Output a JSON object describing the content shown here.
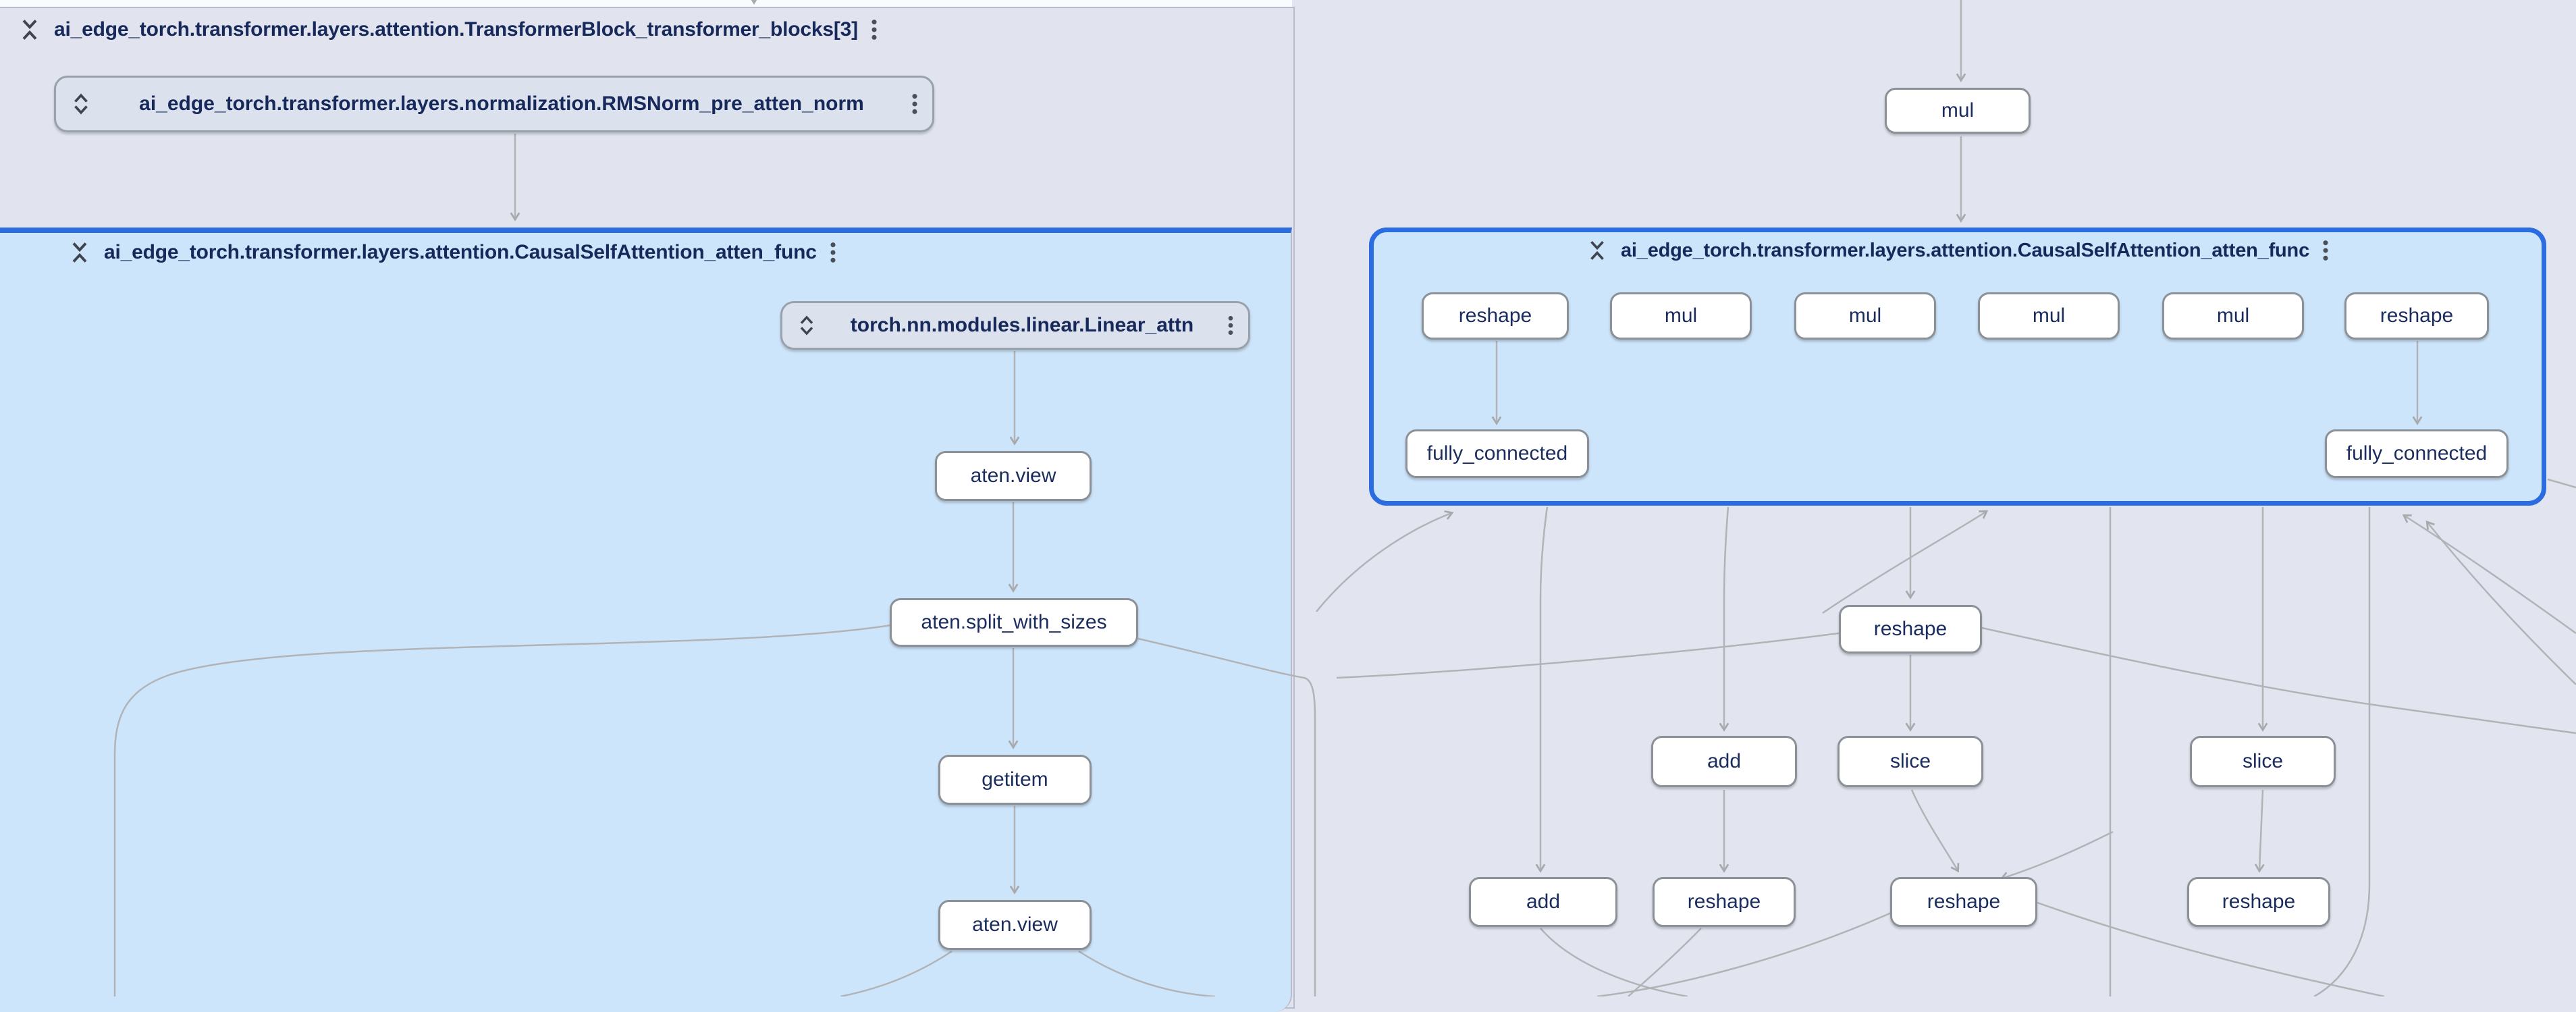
{
  "panels": {
    "transformer_block": {
      "title": "ai_edge_torch.transformer.layers.attention.TransformerBlock_transformer_blocks[3]"
    },
    "attn_left": {
      "title": "ai_edge_torch.transformer.layers.attention.CausalSelfAttention_atten_func"
    },
    "attn_right": {
      "title": "ai_edge_torch.transformer.layers.attention.CausalSelfAttention_atten_func"
    }
  },
  "collapsed_nodes": {
    "rmsnorm": {
      "label": "ai_edge_torch.transformer.layers.normalization.RMSNorm_pre_atten_norm"
    },
    "linear": {
      "label": "torch.nn.modules.linear.Linear_attn"
    }
  },
  "op_nodes": {
    "view1": {
      "label": "aten.view"
    },
    "split": {
      "label": "aten.split_with_sizes"
    },
    "getitem": {
      "label": "getitem"
    },
    "view2": {
      "label": "aten.view"
    },
    "mul_top": {
      "label": "mul"
    },
    "g_reshape1": {
      "label": "reshape"
    },
    "g_mul1": {
      "label": "mul"
    },
    "g_mul2": {
      "label": "mul"
    },
    "g_mul3": {
      "label": "mul"
    },
    "g_mul4": {
      "label": "mul"
    },
    "g_reshape2": {
      "label": "reshape"
    },
    "fc1": {
      "label": "fully_connected"
    },
    "fc2": {
      "label": "fully_connected"
    },
    "reshape_mid": {
      "label": "reshape"
    },
    "add1": {
      "label": "add"
    },
    "slice1": {
      "label": "slice"
    },
    "slice2": {
      "label": "slice"
    },
    "add2": {
      "label": "add"
    },
    "reshape_b1": {
      "label": "reshape"
    },
    "reshape_b2": {
      "label": "reshape"
    },
    "reshape_b3": {
      "label": "reshape"
    }
  },
  "icons": {
    "collapse": "unfold-less",
    "expand": "unfold-more",
    "menu": "more-vert"
  },
  "colors": {
    "selection_accent": "#2b6ce0",
    "group_fill_blue": "#cde5fb",
    "panel_fill_gray": "#e1e4ee",
    "node_border": "#8b9197",
    "edge_gray": "#b1b3b6",
    "label_navy": "#1b2d5e"
  }
}
